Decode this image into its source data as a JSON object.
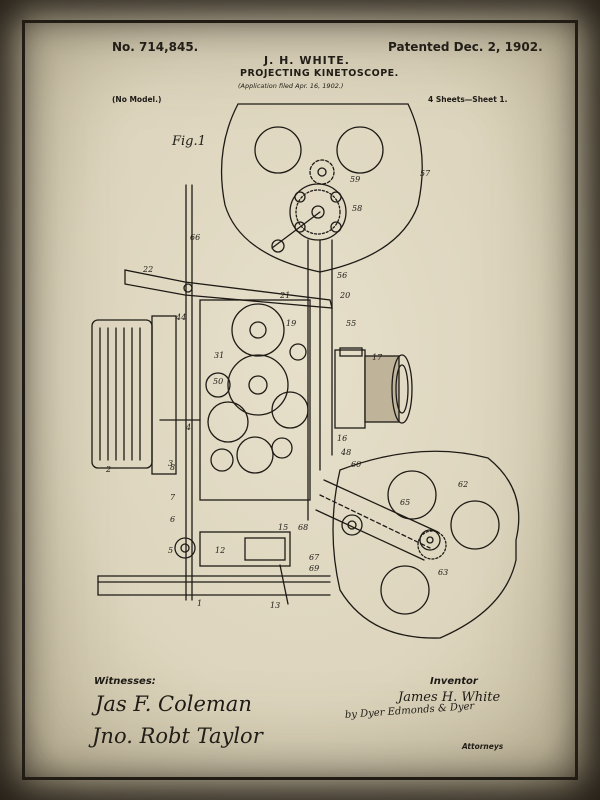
{
  "header": {
    "patent_no": "No. 714,845.",
    "patented": "Patented Dec. 2, 1902.",
    "inventor": "J. H. WHITE.",
    "title": "PROJECTING KINETOSCOPE.",
    "filed": "(Application filed Apr. 16, 1902.)",
    "model": "(No Model.)",
    "sheets": "4 Sheets—Sheet 1."
  },
  "figure": {
    "label": "Fig.1",
    "reference_numerals": [
      "66",
      "22",
      "57",
      "59",
      "58",
      "56",
      "20",
      "21",
      "55",
      "44",
      "19",
      "17",
      "31",
      "50",
      "16",
      "48",
      "60",
      "62",
      "65",
      "63",
      "2",
      "8",
      "7",
      "6",
      "5",
      "12",
      "67",
      "69",
      "68",
      "15",
      "13",
      "1",
      "3",
      "4"
    ]
  },
  "footer": {
    "witnesses_label": "Witnesses:",
    "witness_1": "Jas F. Coleman",
    "witness_2": "Jno. Robt Taylor",
    "inventor_label": "Inventor",
    "inventor_name": "James H. White",
    "attorney_sig": "by Dyer Edmonds & Dyer",
    "attorneys_label": "Attorneys"
  }
}
